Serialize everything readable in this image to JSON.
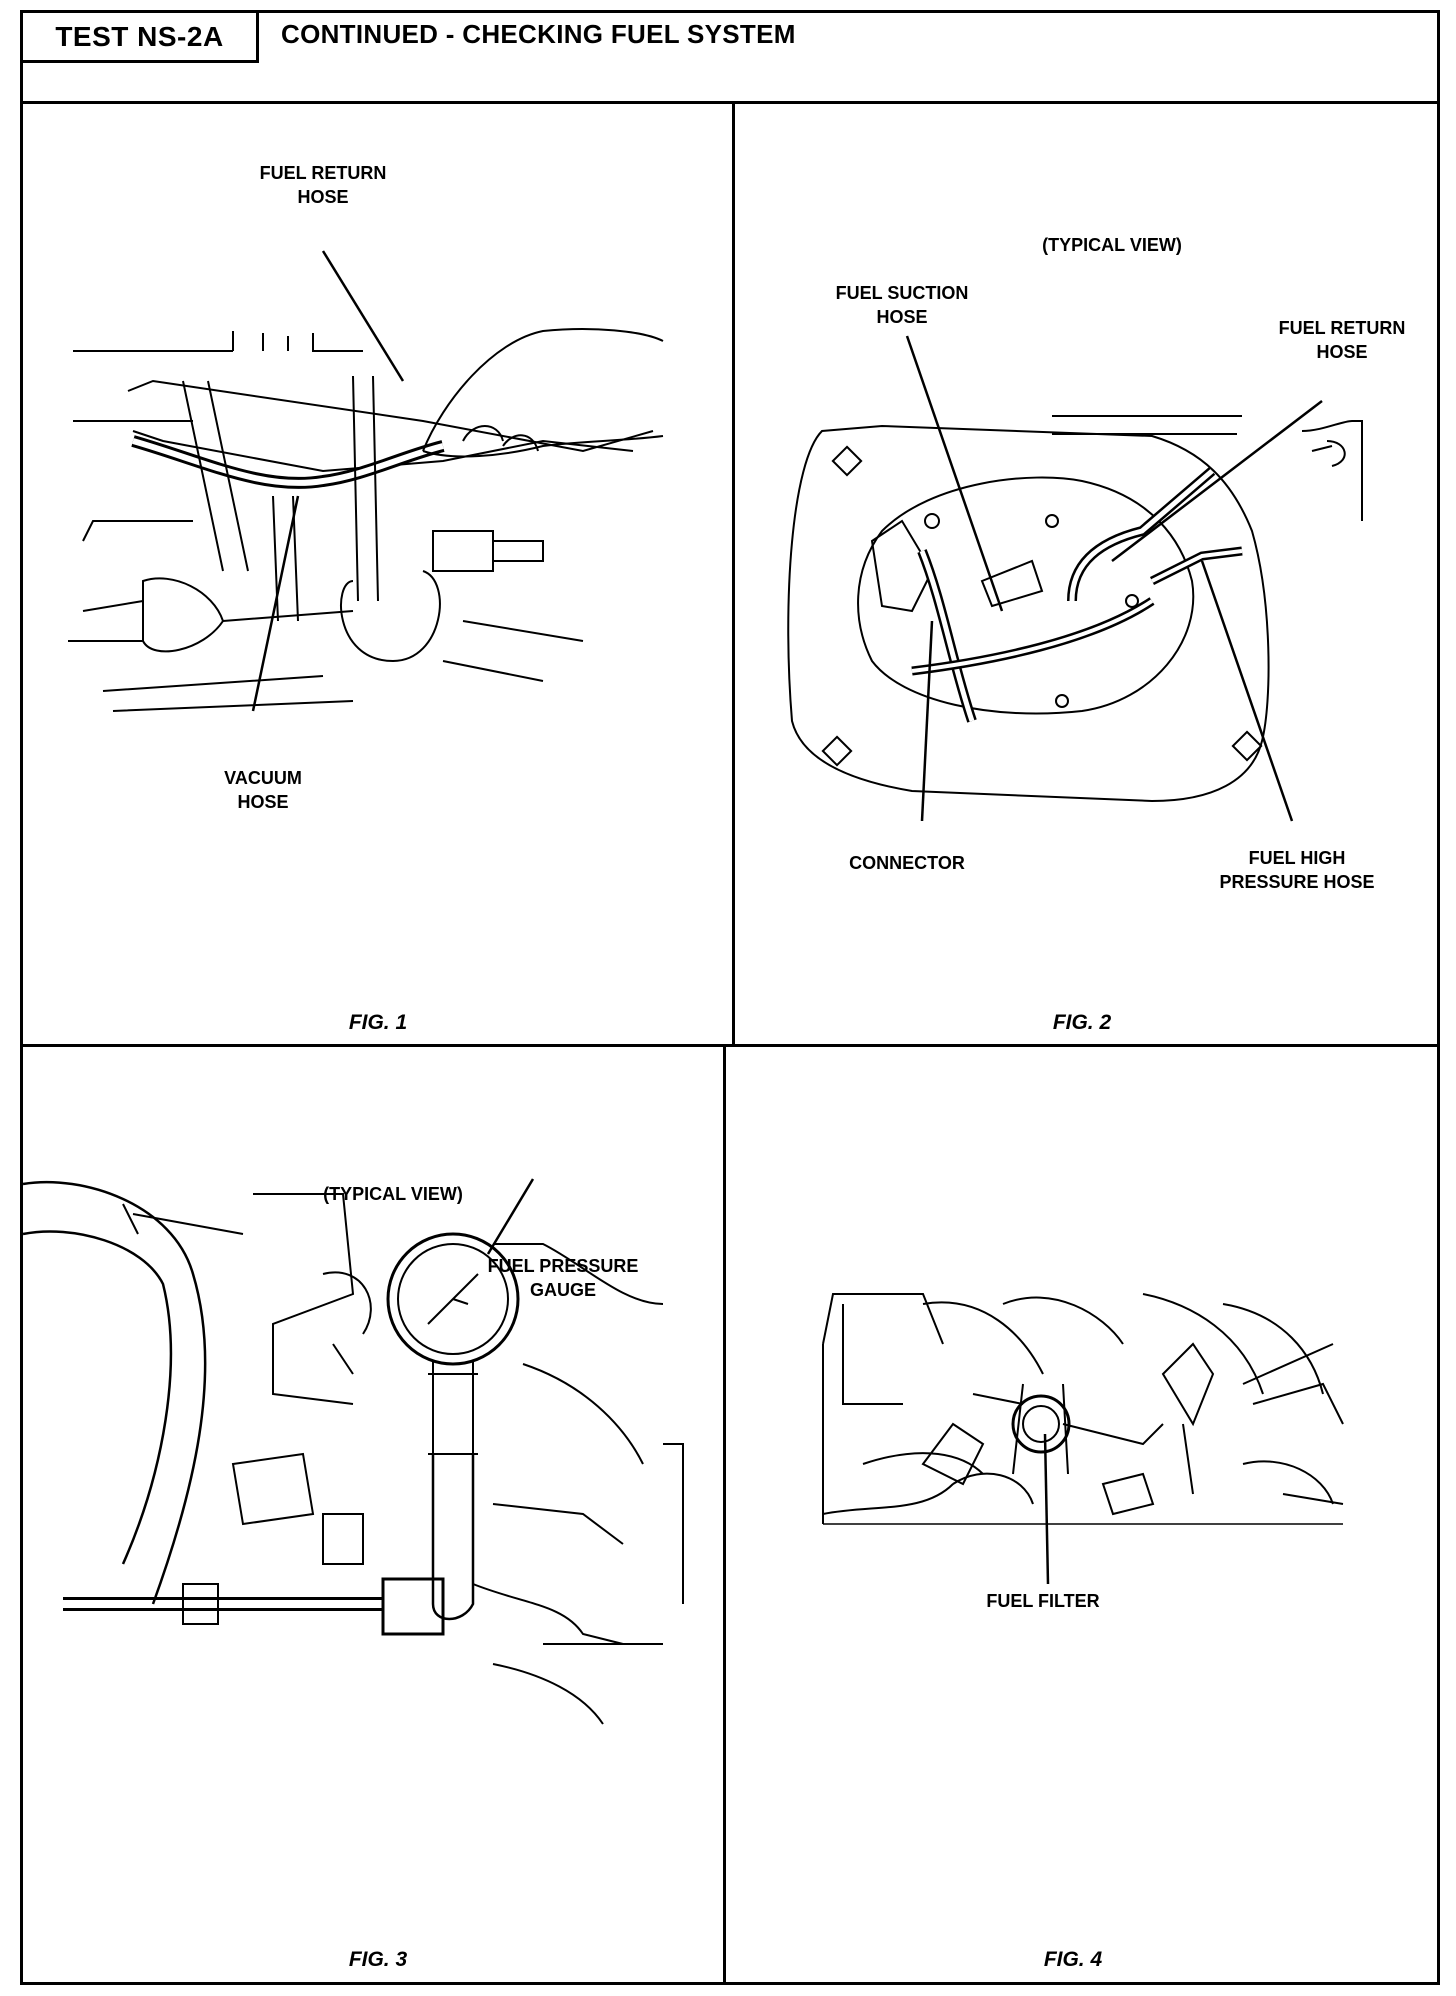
{
  "header": {
    "test_id": "TEST NS-2A",
    "title": "CONTINUED -  CHECKING FUEL SYSTEM"
  },
  "figures": [
    {
      "caption": "FIG. 1",
      "labels": {
        "fuel_return_hose": "FUEL RETURN\nHOSE",
        "vacuum_hose": "VACUUM\nHOSE"
      }
    },
    {
      "caption": "FIG. 2",
      "labels": {
        "typical_view": "(TYPICAL VIEW)",
        "fuel_suction_hose": "FUEL SUCTION\nHOSE",
        "fuel_return_hose": "FUEL RETURN\nHOSE",
        "connector": "CONNECTOR",
        "fuel_high_pressure_hose": "FUEL HIGH\nPRESSURE HOSE"
      }
    },
    {
      "caption": "FIG. 3",
      "labels": {
        "typical_view": "(TYPICAL VIEW)",
        "fuel_pressure_gauge": "FUEL PRESSURE\nGAUGE"
      }
    },
    {
      "caption": "FIG. 4",
      "labels": {
        "fuel_filter": "FUEL FILTER"
      }
    }
  ]
}
